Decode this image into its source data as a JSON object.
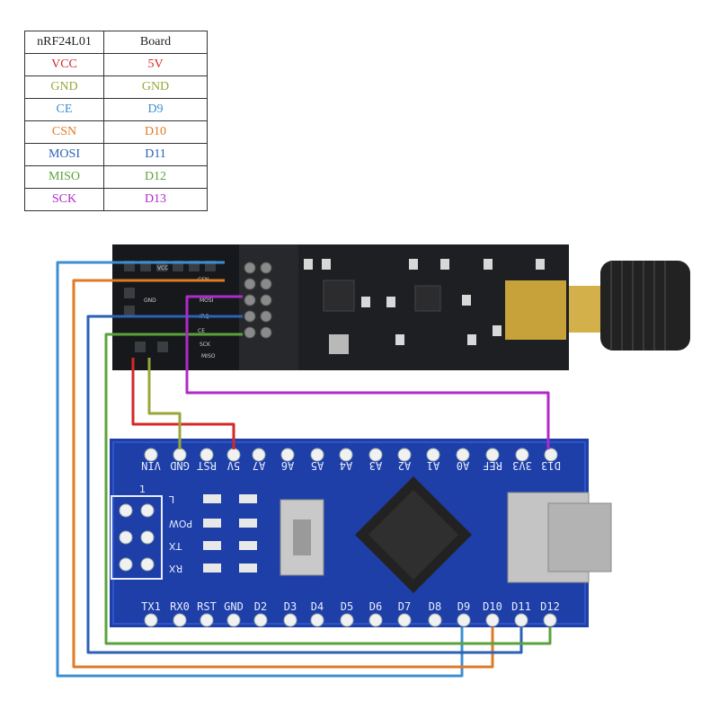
{
  "pin_table": {
    "header": [
      "nRF24L01",
      "Board"
    ],
    "rows": [
      {
        "module": "VCC",
        "board": "5V",
        "color": "#d62728"
      },
      {
        "module": "GND",
        "board": "GND",
        "color": "#9aa63a"
      },
      {
        "module": "CE",
        "board": "D9",
        "color": "#3b8fd4"
      },
      {
        "module": "CSN",
        "board": "D10",
        "color": "#e07a25"
      },
      {
        "module": "MOSI",
        "board": "D11",
        "color": "#2a62b6"
      },
      {
        "module": "MISO",
        "board": "D12",
        "color": "#5aa33a"
      },
      {
        "module": "SCK",
        "board": "D13",
        "color": "#b02ac9"
      }
    ]
  },
  "module": {
    "pin_labels": [
      "VCC",
      "CSN",
      "MOSI",
      "IRQ",
      "GND",
      "CE",
      "SCK",
      "MISO"
    ]
  },
  "board": {
    "top_header": [
      "D13",
      "3V3",
      "REF",
      "A0",
      "A1",
      "A2",
      "A3",
      "A4",
      "A5",
      "A6",
      "A7",
      "5V",
      "RST",
      "GND",
      "VIN"
    ],
    "bottom_header": [
      "TX1",
      "RX0",
      "RST",
      "GND",
      "D2",
      "D3",
      "D4",
      "D5",
      "D6",
      "D7",
      "D8",
      "D9",
      "D10",
      "D11",
      "D12"
    ],
    "leds": [
      "L",
      "POW",
      "TX",
      "RX"
    ],
    "icsp_label": "1"
  }
}
